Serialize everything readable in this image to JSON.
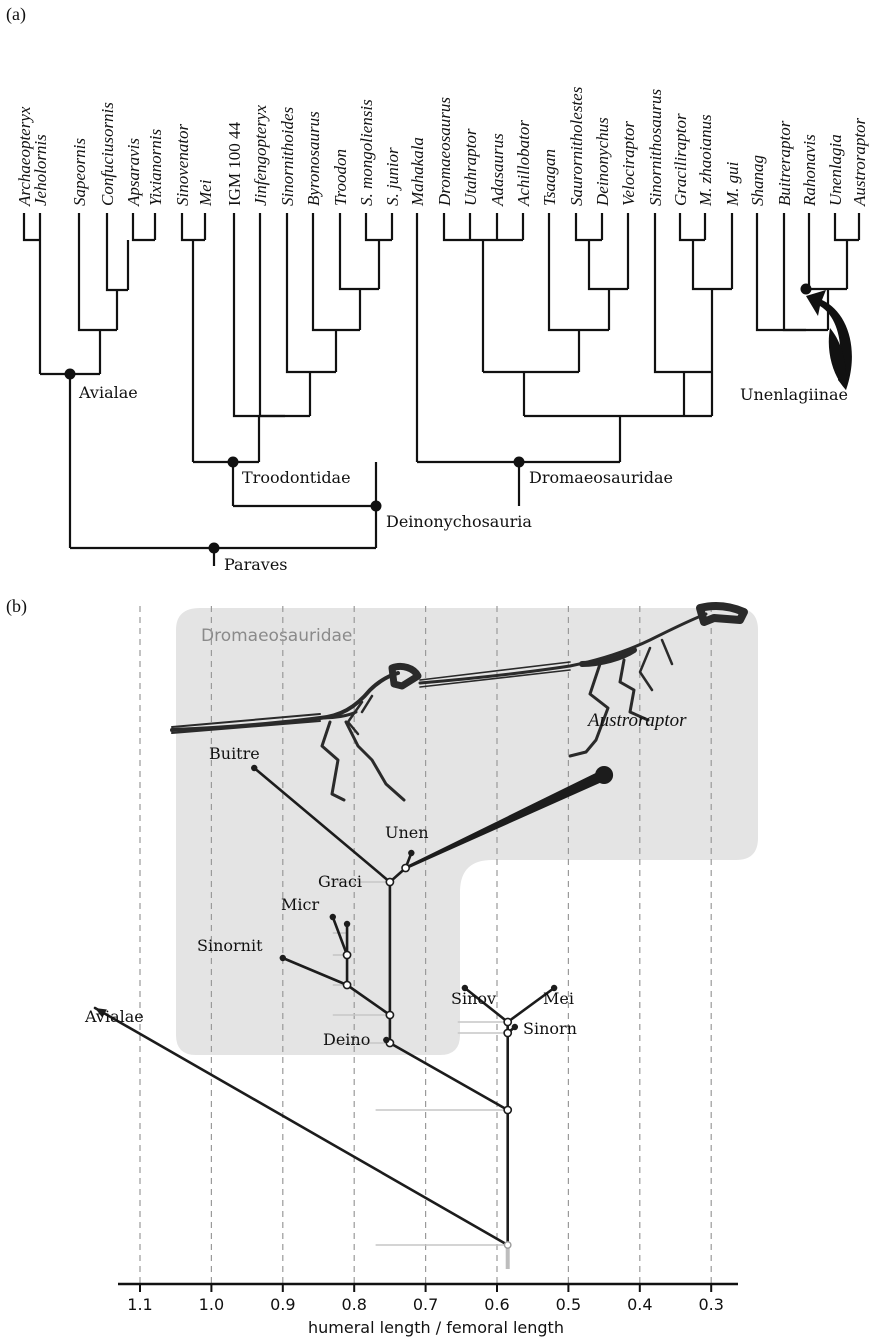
{
  "panel_a": {
    "label": "(a)",
    "tips": [
      "Archaeopteryx",
      "Jeholornis",
      "Sapeornis",
      "Confuciusornis",
      "Apsaravis",
      "Yixianornis",
      "Sinovenator",
      "Mei",
      "IGM 100 44",
      "Jinfengopteryx",
      "Sinornithoides",
      "Byronosaurus",
      "Troodon",
      "S. mongoliensis",
      "S. junior",
      "Mahakala",
      "Dromaeosaurus",
      "Utahraptor",
      "Adasaurus",
      "Achillobator",
      "Tsaagan",
      "Saurornitholestes",
      "Deinonychus",
      "Velociraptor",
      "Sinornithosaurus",
      "Graciliraptor",
      "M. zhaoianus",
      "M. gui",
      "Shanag",
      "Buitreraptor",
      "Rahonavis",
      "Unenlagia",
      "Austroraptor"
    ],
    "clades": {
      "avialae": "Avialae",
      "troodontidae": "Troodontidae",
      "dromaeosauridae": "Dromaeosauridae",
      "unenlagiinae": "Unenlagiinae",
      "deinonychosauria": "Deinonychosauria",
      "paraves": "Paraves"
    }
  },
  "panel_b": {
    "label": "(b)",
    "region_label": "Dromaeosauridae",
    "x_axis_label": "humeral length / femoral length",
    "x_ticks": [
      "1.1",
      "1.0",
      "0.9",
      "0.8",
      "0.7",
      "0.6",
      "0.5",
      "0.4",
      "0.3"
    ],
    "x_tick_values": [
      1.1,
      1.0,
      0.9,
      0.8,
      0.7,
      0.6,
      0.5,
      0.4,
      0.3
    ],
    "tip_labels": {
      "austroraptor": "Austroraptor",
      "buitre": "Buitre",
      "unen": "Unen",
      "graci": "Graci",
      "micr": "Micr",
      "sinornit": "Sinornit",
      "deino": "Deino",
      "sinov": "Sinov",
      "mei": "Mei",
      "sinorn": "Sinorn",
      "avialae": "Avialae"
    },
    "tip_values": {
      "austroraptor": 0.45,
      "buitre": 0.94,
      "unen": 0.72,
      "graci": 0.81,
      "micr": 0.83,
      "sinornit": 0.9,
      "deino": 0.755,
      "sinov": 0.645,
      "mei": 0.52,
      "sinorn": 0.575
    },
    "node_values": {
      "root": 0.585,
      "deinonychosauria": 0.585,
      "troodontid": 0.585,
      "troodontid_inner": 0.585,
      "dromaeosaurid": 0.75,
      "microraptorine": 0.75,
      "sinornithosaurus_node": 0.81,
      "graci_node": 0.81,
      "unenlagiine": 0.75,
      "unen_node": 0.728
    }
  }
}
